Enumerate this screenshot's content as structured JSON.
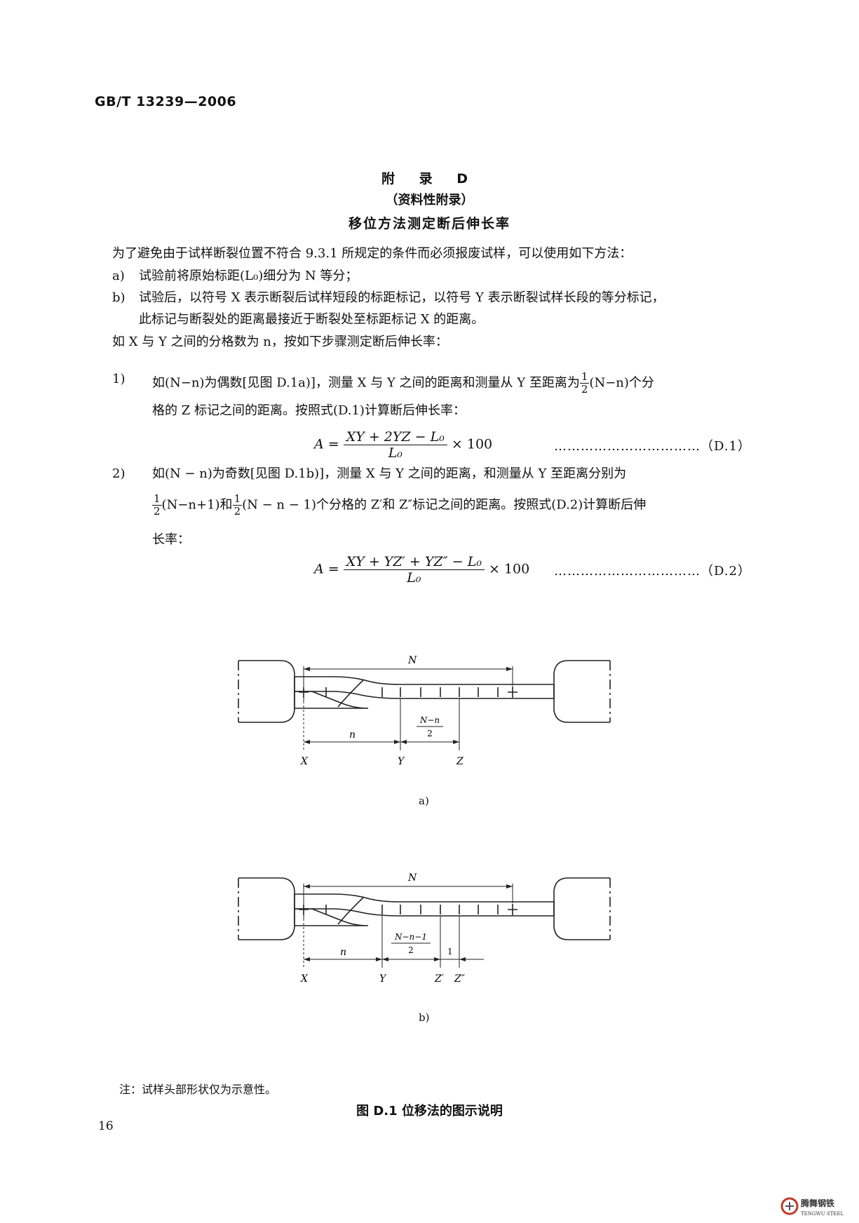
{
  "header": {
    "standard_no": "GB/T 13239—2006"
  },
  "appendix": {
    "title": "附 录 D",
    "subtitle": "（资料性附录）",
    "heading": "移位方法测定断后伸长率"
  },
  "body": {
    "intro": "为了避免由于试样断裂位置不符合 9.3.1 所规定的条件而必须报废试样，可以使用如下方法：",
    "item_a_label": "a)",
    "item_a": "试验前将原始标距(L₀)细分为 N 等分；",
    "item_b_label": "b)",
    "item_b_line1": "试验后，以符号 X 表示断裂后试样短段的标距标记，以符号 Y 表示断裂试样长段的等分标记，",
    "item_b_line2": "此标记与断裂处的距离最接近于断裂处至标距标记 X 的距离。",
    "n_intro": "如 X 与 Y 之间的分格数为 n，按如下步骤测定断后伸长率：",
    "step1_label": "1)",
    "step1_line1_a": "如(N−n)为偶数[见图 D.1a)]，测量 X 与 Y 之间的距离和测量从 Y 至距离为",
    "step1_line1_b": "(N−n)个分",
    "step1_line2": "格的 Z 标记之间的距离。按照式(D.1)计算断后伸长率：",
    "eq1_lhs": "A =",
    "eq1_num": "XY + 2YZ − L₀",
    "eq1_den": "L₀",
    "eq1_tail": "× 100",
    "eq1_ref": "……………………………（D.1）",
    "step2_label": "2)",
    "step2_line1": "如(N − n)为奇数[见图 D.1b)]，测量 X 与 Y 之间的距离，和测量从 Y 至距离分别为",
    "step2_line2_a": "(N−n+1)和",
    "step2_line2_b": "(N − n − 1)个分格的 Z′和 Z″标记之间的距离。按照式(D.2)计算断后伸",
    "step2_line3": "长率：",
    "eq2_lhs": "A =",
    "eq2_num": "XY + YZ′ + YZ″ − L₀",
    "eq2_den": "L₀",
    "eq2_tail": "× 100",
    "eq2_ref": "……………………………（D.2）",
    "half_num": "1",
    "half_den": "2"
  },
  "figure_a": {
    "label_N": "N",
    "label_n": "n",
    "frac_num": "N−n",
    "frac_den": "2",
    "label_X": "X",
    "label_Y": "Y",
    "label_Z": "Z",
    "sub": "a)"
  },
  "figure_b": {
    "label_N": "N",
    "label_n": "n",
    "frac_num": "N−n−1",
    "frac_den": "2",
    "label_1": "1",
    "label_X": "X",
    "label_Y": "Y",
    "label_Z1": "Z′",
    "label_Z2": "Z″",
    "sub": "b)"
  },
  "note": "注：试样头部形状仅为示意性。",
  "caption": "图 D.1  位移法的图示说明",
  "page_number": "16",
  "watermark": {
    "cn": "腾舞钢铁",
    "en": "TENGWU STEEL"
  }
}
